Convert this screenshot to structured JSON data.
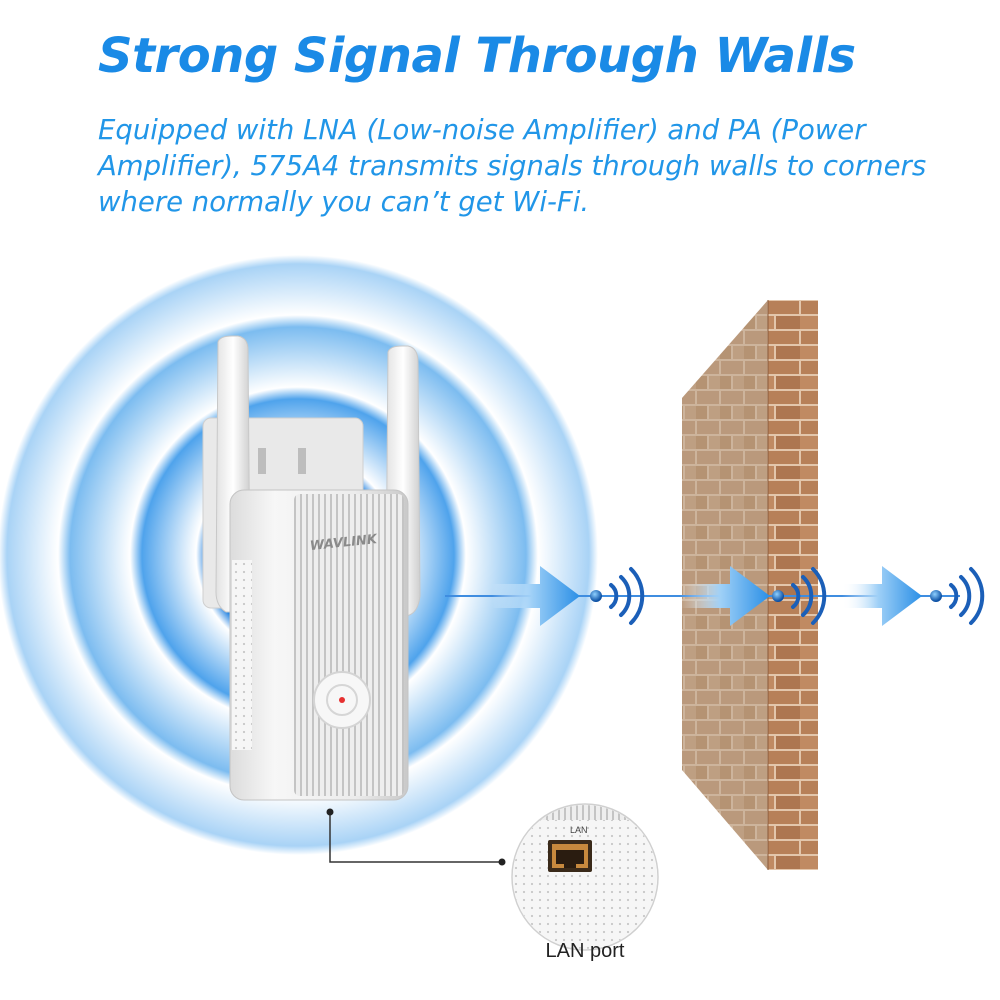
{
  "header": {
    "title": "Strong Signal Through Walls",
    "description_lines": [
      "Equipped with LNA (Low-noise Amplifier) and PA (Power",
      "Amplifier), 575A4 transmits signals through walls to corners",
      "where normally you can’t get Wi-Fi."
    ]
  },
  "device": {
    "brand": "WAVLINK",
    "port_label": "LAN"
  },
  "callout": {
    "caption": "LAN port"
  },
  "colors": {
    "accent": "#1a8ae6",
    "signal_blue": "#1b5fb8",
    "ring_blue": "#5aa8ea",
    "brick": "#b47a52",
    "mortar": "#d8b89a"
  }
}
